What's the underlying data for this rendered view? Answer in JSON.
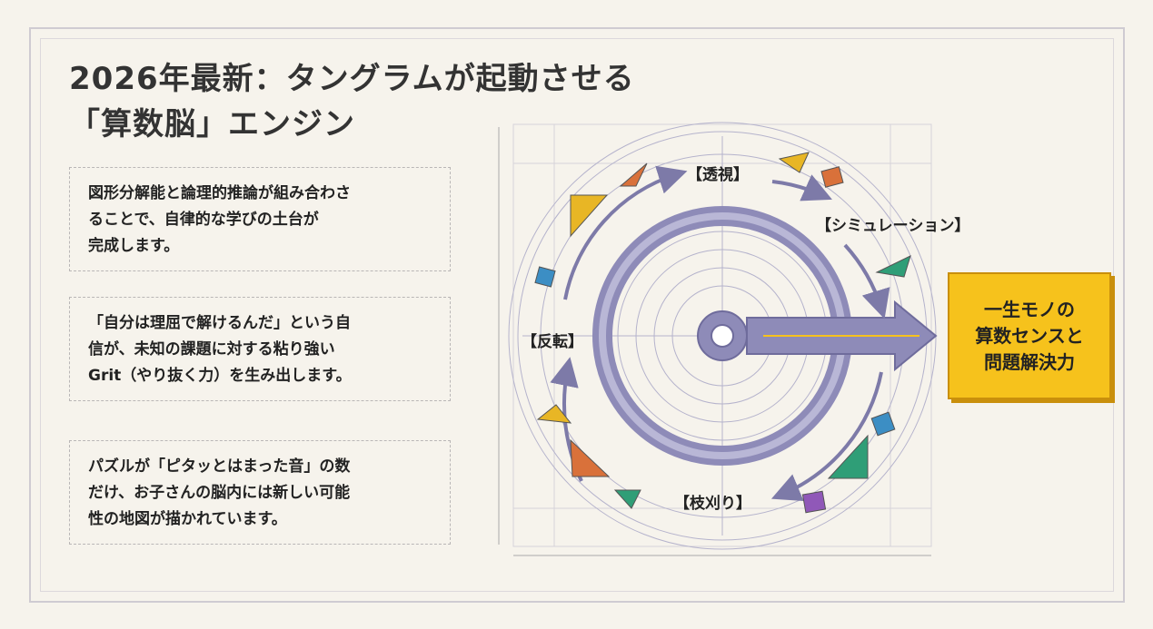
{
  "title": {
    "line1": "2026年最新：タングラムが起動させる",
    "line2": "「算数脳」エンジン"
  },
  "boxes": [
    {
      "lines": [
        "図形分解能と論理的推論が組み合わさ",
        "ることで、自律的な学びの土台が",
        "完成します。"
      ]
    },
    {
      "lines": [
        "「自分は理屈で解けるんだ」という自",
        "信が、未知の課題に対する粘り強い",
        "Grit（やり抜く力）を生み出します。"
      ]
    },
    {
      "lines": [
        "パズルが「ピタッとはまった音」の数",
        "だけ、お子さんの脳内には新しい可能",
        "性の地図が描かれています。"
      ]
    }
  ],
  "cycle": {
    "step1": "【透視】",
    "step2": "【シミュレーション】",
    "step3": "【枝刈り】",
    "step4": "【反転】"
  },
  "result": {
    "lines": [
      "一生モノの",
      "算数センスと",
      "問題解決力"
    ]
  },
  "colors": {
    "accent": "#f6c21c",
    "ring": "#8e8bb8",
    "arrow": "#7d7aa8"
  }
}
